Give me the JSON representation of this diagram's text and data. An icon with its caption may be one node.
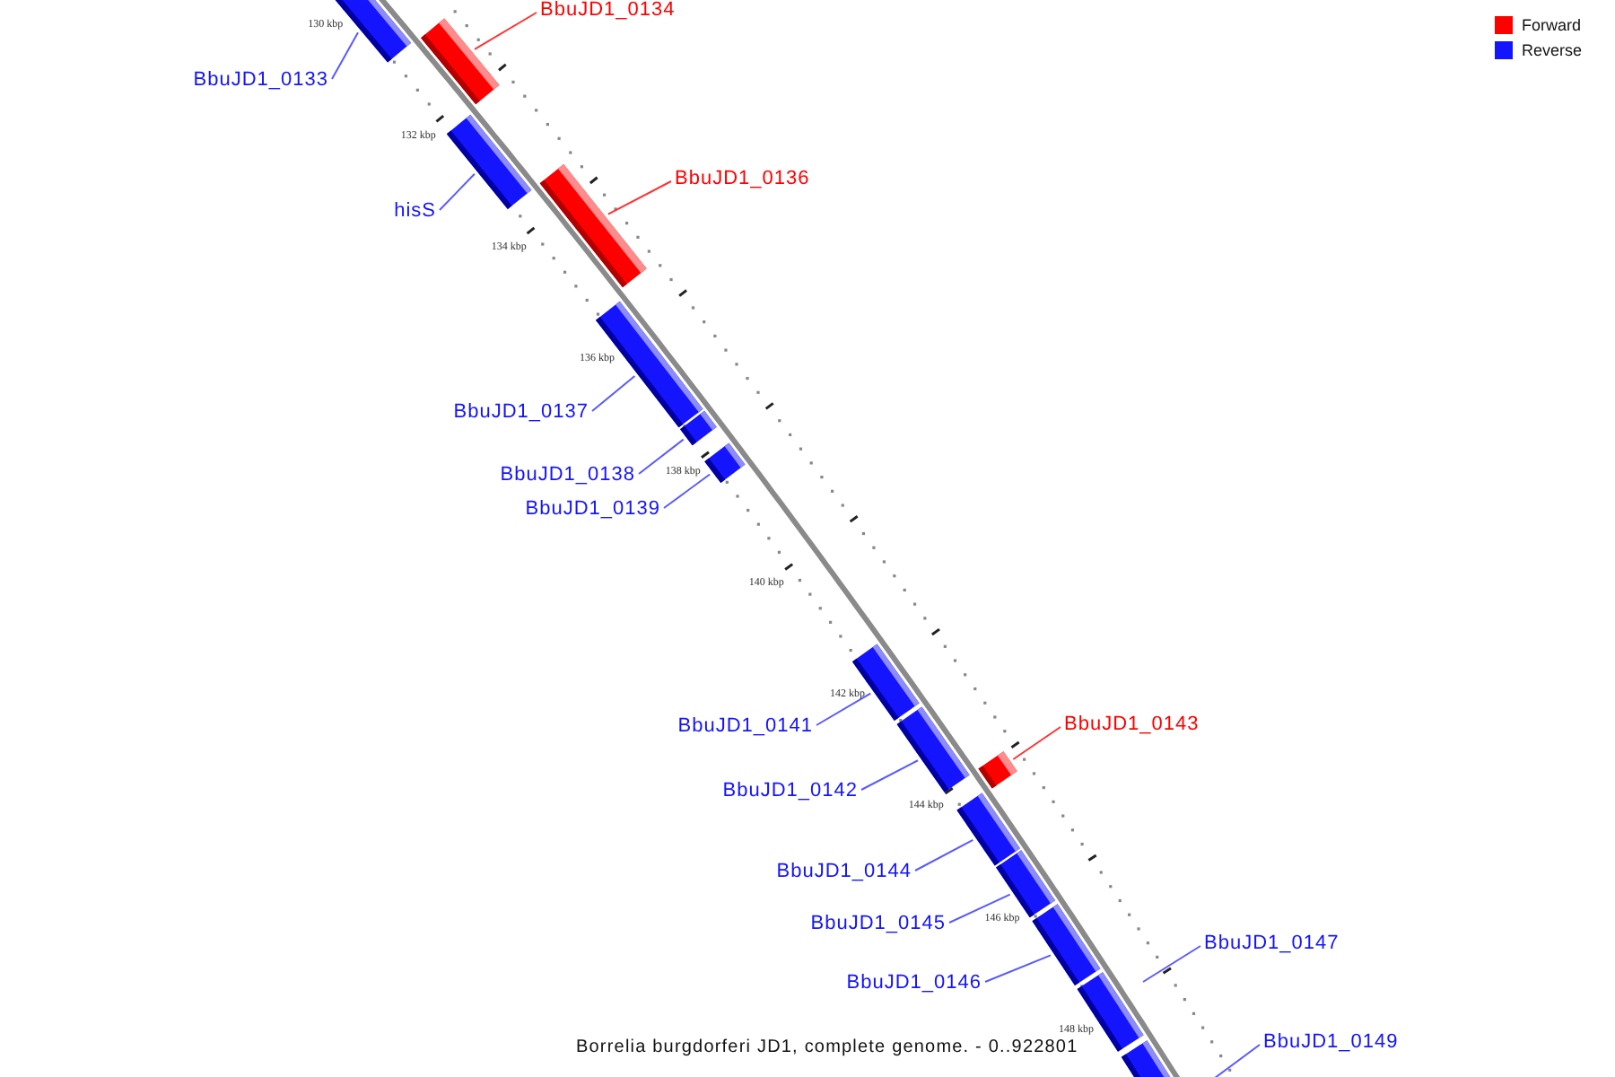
{
  "diagram": {
    "caption": "Borrelia burgdorferi JD1, complete genome. - 0..922801",
    "nodes": [
      {
        "text": [
          "BbuJD1_0133"
        ]
      },
      {
        "text": [],
        "shape": "bar"
      },
      {
        "text": [
          "BbuJD1_0134"
        ]
      },
      {
        "text": [],
        "shape": "bar"
      },
      {
        "text": [
          "hisS"
        ]
      },
      {
        "text": [],
        "shape": "bar"
      },
      {
        "text": [
          "BbuJD1_0136"
        ]
      },
      {
        "text": [],
        "shape": "bar"
      },
      {
        "text": [
          "BbuJD1_0137"
        ]
      },
      {
        "text": [],
        "shape": "bar"
      },
      {
        "text": [
          "BbuJD1_0138"
        ]
      },
      {
        "text": [],
        "shape": "bar"
      },
      {
        "text": [
          "BbuJD1_0139"
        ]
      },
      {
        "text": [],
        "shape": "bar"
      },
      {
        "text": [
          "BbuJD1_0141"
        ]
      },
      {
        "text": [],
        "shape": "bar"
      },
      {
        "text": [
          "BbuJD1_0142"
        ]
      },
      {
        "text": [],
        "shape": "bar"
      },
      {
        "text": [
          "BbuJD1_0143"
        ]
      },
      {
        "text": [],
        "shape": "bar"
      },
      {
        "text": [
          "BbuJD1_0144"
        ]
      },
      {
        "text": [],
        "shape": "bar"
      },
      {
        "text": [
          "BbuJD1_0145"
        ]
      },
      {
        "text": [],
        "shape": "bar"
      },
      {
        "text": [
          "BbuJD1_0146"
        ]
      },
      {
        "text": [],
        "shape": "bar"
      },
      {
        "text": [],
        "shape": "bar"
      },
      {
        "text": [],
        "shape": "bar"
      },
      {
        "text": [
          "BbuJD1_0147"
        ]
      },
      {
        "text": [
          "BbuJD1_0149"
        ]
      }
    ],
    "edges": [
      {
        "from": 0,
        "to": 1,
        "arrow": "none"
      },
      {
        "from": 2,
        "to": 3,
        "arrow": "none",
        "color": "#ff3333"
      },
      {
        "from": 4,
        "to": 5,
        "arrow": "none"
      },
      {
        "from": 6,
        "to": 7,
        "arrow": "none",
        "color": "#ff3333"
      },
      {
        "from": 8,
        "to": 9,
        "arrow": "none"
      },
      {
        "from": 10,
        "to": 11,
        "arrow": "none"
      },
      {
        "from": 12,
        "to": 13,
        "arrow": "none"
      },
      {
        "from": 14,
        "to": 15,
        "arrow": "none"
      },
      {
        "from": 16,
        "to": 17,
        "arrow": "none"
      },
      {
        "from": 18,
        "to": 19,
        "arrow": "none",
        "color": "#ff3333"
      },
      {
        "from": 20,
        "to": 21,
        "arrow": "none"
      },
      {
        "from": 22,
        "to": 23,
        "arrow": "none"
      },
      {
        "from": 24,
        "to": 25,
        "arrow": "none"
      },
      {
        "from": 28,
        "to": null,
        "arrow": "none"
      },
      {
        "from": 29,
        "to": null,
        "arrow": "none"
      }
    ],
    "labels": [
      "130 kbp",
      "132 kbp",
      "134 kbp",
      "136 kbp",
      "138 kbp",
      "140 kbp",
      "142 kbp",
      "144 kbp",
      "146 kbp",
      "148 kbp"
    ],
    "legend": [
      {
        "text": "Forward",
        "color": "#ff0000"
      },
      {
        "text": "Reverse",
        "color": "#1414ff"
      }
    ]
  }
}
